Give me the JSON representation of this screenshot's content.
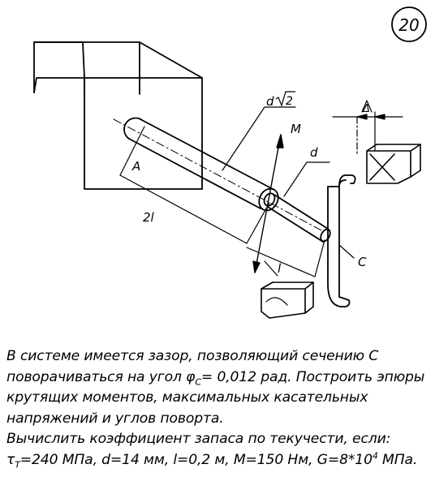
{
  "figure": {
    "problem_number": "20",
    "labels": {
      "d_sqrt2_prefix": "d",
      "d_sqrt2_radicand": "2",
      "M": "M",
      "d": "d",
      "A": "A",
      "two_l": "2l",
      "l": "l",
      "C": "C",
      "gap": "Δ"
    }
  },
  "problem": {
    "line1": "В системе имеется зазор, позволяющий сечению С",
    "line2_a": "поворачиваться на угол φ",
    "line2_sub": "C",
    "line2_b": "= 0,012 рад. Построить эпюры",
    "line3": "крутящих моментов, максимальных касательных",
    "line4": "напряжений и углов поворта.",
    "line5": "Вычислить коэффициент запаса по текучести, если:",
    "line6_tau": "τ",
    "line6_tau_sub": "T",
    "line6_a": "=240 МПа, d=14 мм, l=0,2 м, M=150 Нм, G=8*10",
    "line6_sup": "4",
    "line6_b": " МПа."
  }
}
